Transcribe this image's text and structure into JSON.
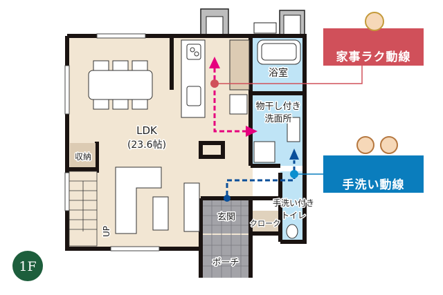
{
  "floor_label": "1F",
  "rooms": {
    "ldk": "LDK",
    "ldk_size": "(23.6帖)",
    "storage": "収納",
    "stairs_up": "UP",
    "bathroom": "浴室",
    "washroom_line1": "物干し付き",
    "washroom_line2": "洗面所",
    "entrance": "玄関",
    "cloak": "クローク",
    "toilet_line1": "手洗い付き",
    "toilet_line2": "トイレ",
    "porch": "ポーチ"
  },
  "callouts": {
    "housework": {
      "label": "家事ラク動線",
      "color": "#d0505a",
      "path_color": "#e6007e"
    },
    "handwash": {
      "label": "手洗い動線",
      "color": "#0a7dbd",
      "path_color": "#0a4f9a"
    }
  },
  "colors": {
    "floor_wood": "#f2e6d3",
    "floor_wet": "#bfe4f6",
    "tile": "#a3a3a8",
    "wall": "#1a1311",
    "badge_green": "#1d5e3c"
  }
}
